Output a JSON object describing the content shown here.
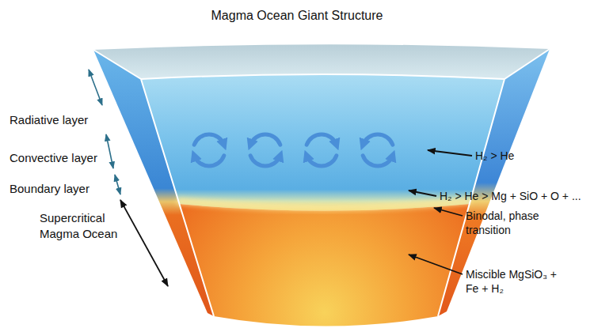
{
  "diagram": {
    "title": "Magma Ocean Giant Structure",
    "labels": [
      "Radiative layer",
      "Convective layer",
      "Boundary layer",
      "Supercritical Magma Ocean",
      "H₂ > He",
      "H₂ > He > Mg + SiO + O + ...",
      "Binodal, phase transition",
      "Miscible MgSiO₃ + Fe + H₂"
    ]
  }
}
